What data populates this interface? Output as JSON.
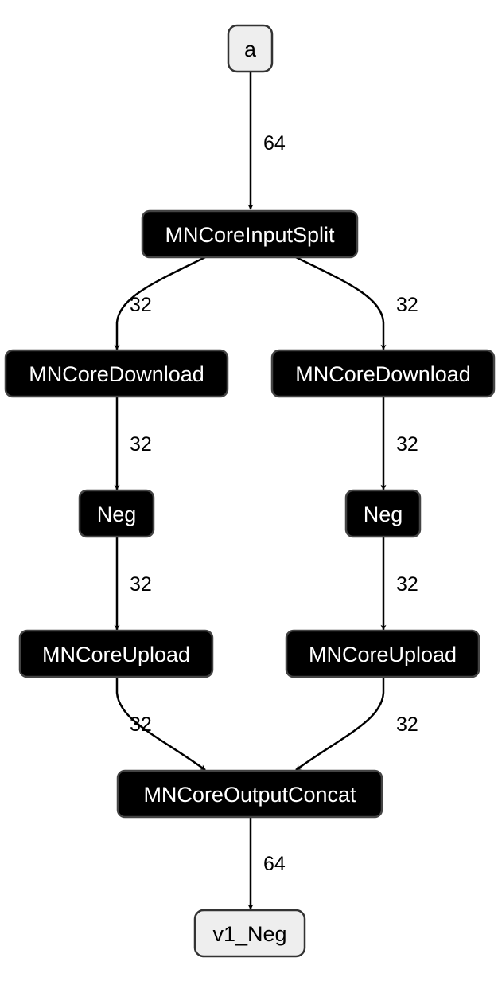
{
  "graph": {
    "nodes": [
      {
        "id": "a",
        "label": "a",
        "style": "light"
      },
      {
        "id": "split",
        "label": "MNCoreInputSplit",
        "style": "dark"
      },
      {
        "id": "download_left",
        "label": "MNCoreDownload",
        "style": "dark"
      },
      {
        "id": "download_right",
        "label": "MNCoreDownload",
        "style": "dark"
      },
      {
        "id": "neg_left",
        "label": "Neg",
        "style": "dark"
      },
      {
        "id": "neg_right",
        "label": "Neg",
        "style": "dark"
      },
      {
        "id": "upload_left",
        "label": "MNCoreUpload",
        "style": "dark"
      },
      {
        "id": "upload_right",
        "label": "MNCoreUpload",
        "style": "dark"
      },
      {
        "id": "concat",
        "label": "MNCoreOutputConcat",
        "style": "dark"
      },
      {
        "id": "v1_neg",
        "label": "v1_Neg",
        "style": "light"
      }
    ],
    "edges": [
      {
        "from": "a",
        "to": "split",
        "label": "64"
      },
      {
        "from": "split",
        "to": "download_left",
        "label": "32"
      },
      {
        "from": "split",
        "to": "download_right",
        "label": "32"
      },
      {
        "from": "download_left",
        "to": "neg_left",
        "label": "32"
      },
      {
        "from": "download_right",
        "to": "neg_right",
        "label": "32"
      },
      {
        "from": "neg_left",
        "to": "upload_left",
        "label": "32"
      },
      {
        "from": "neg_right",
        "to": "upload_right",
        "label": "32"
      },
      {
        "from": "upload_left",
        "to": "concat",
        "label": "32"
      },
      {
        "from": "upload_right",
        "to": "concat",
        "label": "32"
      },
      {
        "from": "concat",
        "to": "v1_neg",
        "label": "64"
      }
    ]
  }
}
